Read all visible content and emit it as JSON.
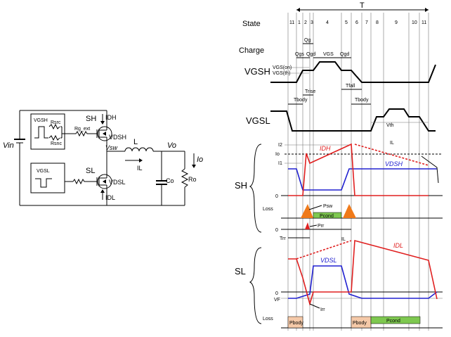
{
  "circuit": {
    "vin": "Vin",
    "vgsh": "VGSH",
    "rsrc": "Rsrc",
    "rsnc": "Rsnc",
    "rg_ext": "Rg_ext",
    "sh": "SH",
    "idh": "IDH",
    "vdsh": "VDSH",
    "vsw": "Vsw",
    "l": "L",
    "il": "IL",
    "vo": "Vo",
    "io": "Io",
    "co": "Co",
    "ro": "Ro",
    "vgsl": "VGSL",
    "sl": "SL",
    "vdsl": "VDSL",
    "idl": "IDL"
  },
  "timing": {
    "state_label": "State",
    "period_label": "T",
    "states": [
      "11",
      "1",
      "2",
      "3",
      "4",
      "5",
      "6",
      "7",
      "8",
      "9",
      "10",
      "11"
    ],
    "charge_label": "Charge",
    "qg": "Qg",
    "qgs": "Qgs",
    "qgd": "Qgd",
    "vgs": "VGS",
    "qgd_right": "Qgd",
    "vgsh_label": "VGSH",
    "vgs_on": "VGS(on)",
    "vgs_th": "VGS(th)",
    "t_rise": "Trise",
    "t_fall": "Tfall",
    "t_body_left": "Tbody",
    "t_body_right": "Tbody",
    "vgsl_label": "VGSL",
    "vth": "Vth",
    "sh_label": "SH",
    "i2": "I2",
    "io": "Io",
    "i1": "I1",
    "idh_trace": "IDH",
    "il_trace": "IL",
    "vdsh_trace": "VDSH",
    "zero_sh": "0",
    "loss_sh": "Loss",
    "psw": "Psw",
    "pcond_sh": "Pcond",
    "zero_prr": "0",
    "prr": "Prr",
    "trr": "Trr",
    "il_sl": "IL",
    "sl_label": "SL",
    "idl_trace": "IDL",
    "vdsl_trace": "VDSL",
    "zero_sl": "0",
    "vf": "VF",
    "irr": "Irr",
    "loss_sl": "Loss",
    "pbody_left": "Pbody",
    "pbody_right": "Pbody",
    "pcond_sl": "Pcond"
  },
  "colors": {
    "current": "#e02020",
    "voltage": "#2020d0",
    "loss_triangle": "#f07a1a",
    "cond_bar": "#7ec850",
    "body_bar": "#f5c9a8"
  }
}
